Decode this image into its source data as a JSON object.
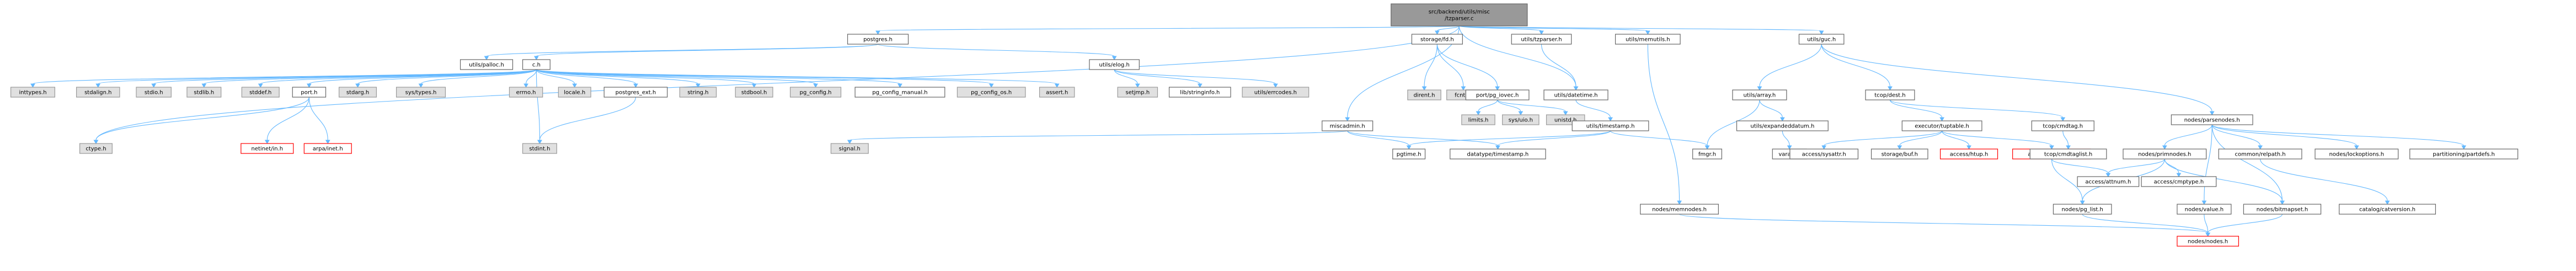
{
  "colors": {
    "root_fill": "#999999",
    "root_stroke": "#666666",
    "header_fill": "#ffffff",
    "header_stroke": "#666666",
    "system_fill": "#e0e0e0",
    "system_stroke": "#999999",
    "missing_fill": "#ffffff",
    "missing_stroke": "#ff0000",
    "edge": "#63b8ff"
  },
  "nodes": [
    {
      "id": "root",
      "label": "src/backend/utils/misc\n/tzparser.c",
      "kind": "root"
    },
    {
      "id": "postgres",
      "label": "postgres.h",
      "kind": "header"
    },
    {
      "id": "storage_fd",
      "label": "storage/fd.h",
      "kind": "header"
    },
    {
      "id": "utils_tzparser",
      "label": "utils/tzparser.h",
      "kind": "header"
    },
    {
      "id": "utils_memutils",
      "label": "utils/memutils.h",
      "kind": "header"
    },
    {
      "id": "utils_guc",
      "label": "utils/guc.h",
      "kind": "header"
    },
    {
      "id": "utils_palloc",
      "label": "utils/palloc.h",
      "kind": "header"
    },
    {
      "id": "c_h",
      "label": "c.h",
      "kind": "header"
    },
    {
      "id": "utils_elog",
      "label": "utils/elog.h",
      "kind": "header"
    },
    {
      "id": "dirent",
      "label": "dirent.h",
      "kind": "system"
    },
    {
      "id": "fcntl",
      "label": "fcntl.h",
      "kind": "system"
    },
    {
      "id": "port_pg_iovec",
      "label": "port/pg_iovec.h",
      "kind": "header"
    },
    {
      "id": "utils_datetime",
      "label": "utils/datetime.h",
      "kind": "header"
    },
    {
      "id": "utils_array",
      "label": "utils/array.h",
      "kind": "header"
    },
    {
      "id": "tcop_dest",
      "label": "tcop/dest.h",
      "kind": "header"
    },
    {
      "id": "nodes_parsenodes",
      "label": "nodes/parsenodes.h",
      "kind": "header"
    },
    {
      "id": "inttypes",
      "label": "inttypes.h",
      "kind": "system"
    },
    {
      "id": "stdalign",
      "label": "stdalign.h",
      "kind": "system"
    },
    {
      "id": "stdio",
      "label": "stdio.h",
      "kind": "system"
    },
    {
      "id": "stdlib",
      "label": "stdlib.h",
      "kind": "system"
    },
    {
      "id": "stddef",
      "label": "stddef.h",
      "kind": "system"
    },
    {
      "id": "port_h",
      "label": "port.h",
      "kind": "header"
    },
    {
      "id": "stdarg",
      "label": "stdarg.h",
      "kind": "system"
    },
    {
      "id": "sys_types",
      "label": "sys/types.h",
      "kind": "system"
    },
    {
      "id": "errno",
      "label": "errno.h",
      "kind": "system"
    },
    {
      "id": "locale",
      "label": "locale.h",
      "kind": "system"
    },
    {
      "id": "postgres_ext",
      "label": "postgres_ext.h",
      "kind": "header"
    },
    {
      "id": "string_h",
      "label": "string.h",
      "kind": "system"
    },
    {
      "id": "stdbool",
      "label": "stdbool.h",
      "kind": "system"
    },
    {
      "id": "pg_config",
      "label": "pg_config.h",
      "kind": "system"
    },
    {
      "id": "pg_config_manual",
      "label": "pg_config_manual.h",
      "kind": "header"
    },
    {
      "id": "pg_config_os",
      "label": "pg_config_os.h",
      "kind": "system"
    },
    {
      "id": "assert",
      "label": "assert.h",
      "kind": "system"
    },
    {
      "id": "setjmp",
      "label": "setjmp.h",
      "kind": "system"
    },
    {
      "id": "lib_stringinfo",
      "label": "lib/stringinfo.h",
      "kind": "header"
    },
    {
      "id": "utils_errcodes",
      "label": "utils/errcodes.h",
      "kind": "system"
    },
    {
      "id": "limits",
      "label": "limits.h",
      "kind": "system"
    },
    {
      "id": "sys_uio",
      "label": "sys/uio.h",
      "kind": "system"
    },
    {
      "id": "unistd",
      "label": "unistd.h",
      "kind": "system"
    },
    {
      "id": "utils_timestamp",
      "label": "utils/timestamp.h",
      "kind": "header"
    },
    {
      "id": "utils_expandeddatum",
      "label": "utils/expandeddatum.h",
      "kind": "header"
    },
    {
      "id": "executor_tuptable",
      "label": "executor/tuptable.h",
      "kind": "header"
    },
    {
      "id": "tcop_cmdtag",
      "label": "tcop/cmdtag.h",
      "kind": "header"
    },
    {
      "id": "ctype",
      "label": "ctype.h",
      "kind": "system"
    },
    {
      "id": "netinet_in",
      "label": "netinet/in.h",
      "kind": "missing"
    },
    {
      "id": "arpa_inet",
      "label": "arpa/inet.h",
      "kind": "missing"
    },
    {
      "id": "stdint",
      "label": "stdint.h",
      "kind": "system"
    },
    {
      "id": "signal",
      "label": "signal.h",
      "kind": "system"
    },
    {
      "id": "miscadmin",
      "label": "miscadmin.h",
      "kind": "header"
    },
    {
      "id": "pgtime",
      "label": "pgtime.h",
      "kind": "header"
    },
    {
      "id": "datatype_timestamp",
      "label": "datatype/timestamp.h",
      "kind": "header"
    },
    {
      "id": "fmgr",
      "label": "fmgr.h",
      "kind": "header"
    },
    {
      "id": "varatt",
      "label": "varatt.h",
      "kind": "header"
    },
    {
      "id": "access_sysattr",
      "label": "access/sysattr.h",
      "kind": "header"
    },
    {
      "id": "storage_buf",
      "label": "storage/buf.h",
      "kind": "header"
    },
    {
      "id": "access_htup",
      "label": "access/htup.h",
      "kind": "missing"
    },
    {
      "id": "access_tupdesc",
      "label": "access/tupdesc.h",
      "kind": "missing"
    },
    {
      "id": "tcop_cmdtaglist",
      "label": "tcop/cmdtaglist.h",
      "kind": "header"
    },
    {
      "id": "nodes_primnodes",
      "label": "nodes/primnodes.h",
      "kind": "header"
    },
    {
      "id": "common_relpath",
      "label": "common/relpath.h",
      "kind": "header"
    },
    {
      "id": "nodes_lockoptions",
      "label": "nodes/lockoptions.h",
      "kind": "header"
    },
    {
      "id": "partitioning_partdefs",
      "label": "partitioning/partdefs.h",
      "kind": "header"
    },
    {
      "id": "nodes_memnodes",
      "label": "nodes/memnodes.h",
      "kind": "header"
    },
    {
      "id": "access_attnum",
      "label": "access/attnum.h",
      "kind": "header"
    },
    {
      "id": "access_cmptype",
      "label": "access/cmptype.h",
      "kind": "header"
    },
    {
      "id": "nodes_pg_list",
      "label": "nodes/pg_list.h",
      "kind": "header"
    },
    {
      "id": "nodes_value",
      "label": "nodes/value.h",
      "kind": "header"
    },
    {
      "id": "nodes_bitmapset",
      "label": "nodes/bitmapset.h",
      "kind": "header"
    },
    {
      "id": "catalog_catversion",
      "label": "catalog/catversion.h",
      "kind": "header"
    },
    {
      "id": "nodes_nodes",
      "label": "nodes/nodes.h",
      "kind": "missing"
    }
  ],
  "edges": [
    [
      "root",
      "postgres"
    ],
    [
      "root",
      "storage_fd"
    ],
    [
      "root",
      "utils_tzparser"
    ],
    [
      "root",
      "utils_memutils"
    ],
    [
      "root",
      "utils_guc"
    ],
    [
      "root",
      "miscadmin"
    ],
    [
      "root",
      "utils_datetime"
    ],
    [
      "root",
      "ctype"
    ],
    [
      "postgres",
      "utils_palloc"
    ],
    [
      "postgres",
      "c_h"
    ],
    [
      "postgres",
      "utils_elog"
    ],
    [
      "c_h",
      "inttypes"
    ],
    [
      "c_h",
      "stdalign"
    ],
    [
      "c_h",
      "stdio"
    ],
    [
      "c_h",
      "stdlib"
    ],
    [
      "c_h",
      "stddef"
    ],
    [
      "c_h",
      "port_h"
    ],
    [
      "c_h",
      "stdarg"
    ],
    [
      "c_h",
      "sys_types"
    ],
    [
      "c_h",
      "errno"
    ],
    [
      "c_h",
      "locale"
    ],
    [
      "c_h",
      "postgres_ext"
    ],
    [
      "c_h",
      "string_h"
    ],
    [
      "c_h",
      "stdbool"
    ],
    [
      "c_h",
      "pg_config"
    ],
    [
      "c_h",
      "pg_config_manual"
    ],
    [
      "c_h",
      "pg_config_os"
    ],
    [
      "c_h",
      "assert"
    ],
    [
      "c_h",
      "stdint"
    ],
    [
      "port_h",
      "ctype"
    ],
    [
      "port_h",
      "netinet_in"
    ],
    [
      "port_h",
      "arpa_inet"
    ],
    [
      "postgres_ext",
      "stdint"
    ],
    [
      "utils_elog",
      "setjmp"
    ],
    [
      "utils_elog",
      "lib_stringinfo"
    ],
    [
      "utils_elog",
      "utils_errcodes"
    ],
    [
      "storage_fd",
      "dirent"
    ],
    [
      "storage_fd",
      "fcntl"
    ],
    [
      "storage_fd",
      "port_pg_iovec"
    ],
    [
      "port_pg_iovec",
      "limits"
    ],
    [
      "port_pg_iovec",
      "sys_uio"
    ],
    [
      "port_pg_iovec",
      "unistd"
    ],
    [
      "utils_tzparser",
      "utils_datetime"
    ],
    [
      "utils_datetime",
      "utils_timestamp"
    ],
    [
      "utils_timestamp",
      "pgtime"
    ],
    [
      "utils_timestamp",
      "datatype_timestamp"
    ],
    [
      "utils_timestamp",
      "fmgr"
    ],
    [
      "miscadmin",
      "signal"
    ],
    [
      "miscadmin",
      "pgtime"
    ],
    [
      "miscadmin",
      "datatype_timestamp"
    ],
    [
      "utils_memutils",
      "nodes_memnodes"
    ],
    [
      "nodes_memnodes",
      "nodes_nodes"
    ],
    [
      "utils_guc",
      "utils_array"
    ],
    [
      "utils_guc",
      "tcop_dest"
    ],
    [
      "utils_guc",
      "nodes_parsenodes"
    ],
    [
      "utils_array",
      "fmgr"
    ],
    [
      "utils_array",
      "utils_expandeddatum"
    ],
    [
      "utils_expandeddatum",
      "varatt"
    ],
    [
      "tcop_dest",
      "executor_tuptable"
    ],
    [
      "tcop_dest",
      "tcop_cmdtag"
    ],
    [
      "tcop_cmdtag",
      "tcop_cmdtaglist"
    ],
    [
      "executor_tuptable",
      "access_sysattr"
    ],
    [
      "executor_tuptable",
      "storage_buf"
    ],
    [
      "executor_tuptable",
      "access_htup"
    ],
    [
      "executor_tuptable",
      "access_tupdesc"
    ],
    [
      "access_tupdesc",
      "nodes_pg_list"
    ],
    [
      "access_tupdesc",
      "access_attnum"
    ],
    [
      "nodes_parsenodes",
      "nodes_primnodes"
    ],
    [
      "nodes_parsenodes",
      "common_relpath"
    ],
    [
      "nodes_parsenodes",
      "nodes_lockoptions"
    ],
    [
      "nodes_parsenodes",
      "partitioning_partdefs"
    ],
    [
      "nodes_parsenodes",
      "nodes_value"
    ],
    [
      "nodes_parsenodes",
      "nodes_bitmapset"
    ],
    [
      "nodes_primnodes",
      "access_attnum"
    ],
    [
      "nodes_primnodes",
      "access_cmptype"
    ],
    [
      "nodes_primnodes",
      "nodes_pg_list"
    ],
    [
      "nodes_primnodes",
      "nodes_bitmapset"
    ],
    [
      "common_relpath",
      "catalog_catversion"
    ],
    [
      "nodes_pg_list",
      "nodes_nodes"
    ],
    [
      "nodes_value",
      "nodes_nodes"
    ],
    [
      "nodes_bitmapset",
      "nodes_nodes"
    ]
  ]
}
